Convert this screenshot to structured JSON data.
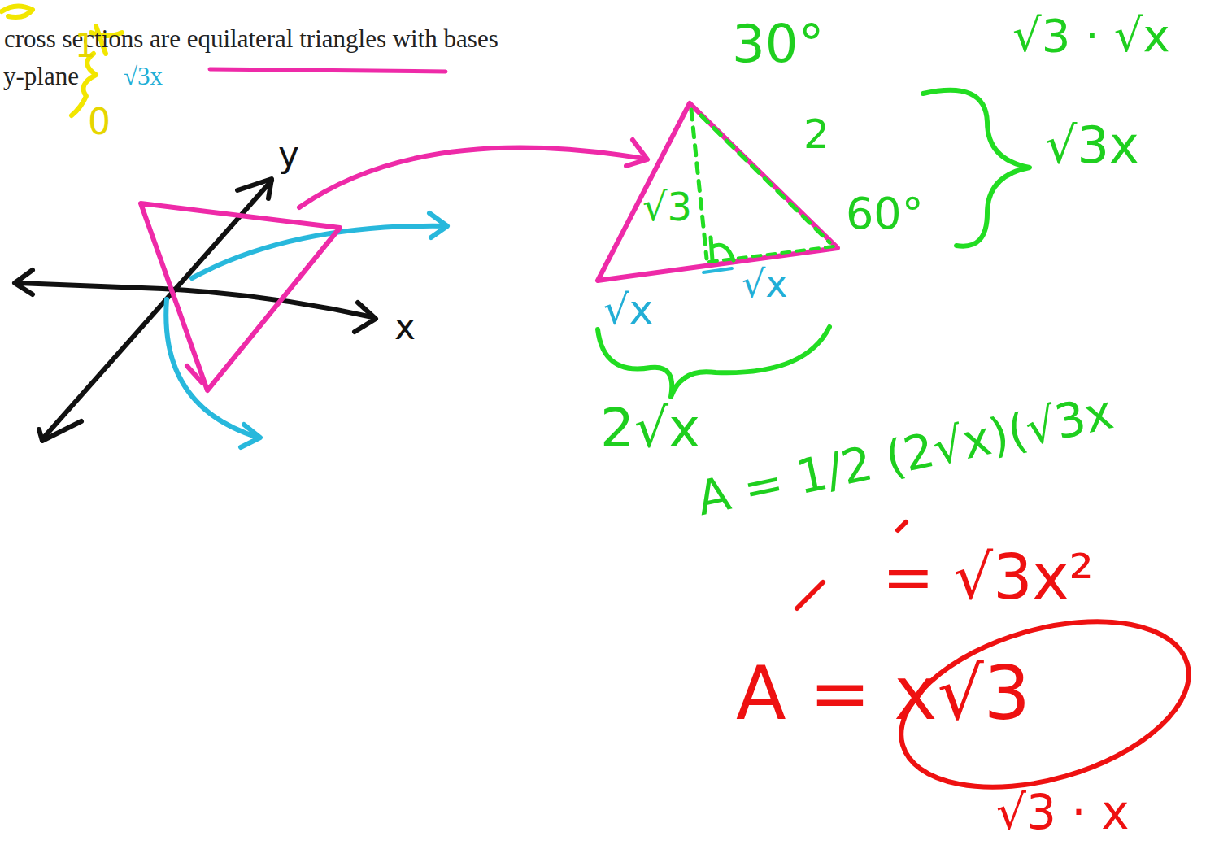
{
  "diagram": {
    "labels": [
      "cross sections are equilateral triangles with bases",
      "y-plane",
      "√3x",
      "1",
      "0",
      "y",
      "x",
      "30°",
      "2",
      "√3",
      "60°",
      "√x",
      "√x",
      "2√x",
      "√3 · √x",
      "√3x",
      "A = 1/2 (2√x)(√3x",
      "= √3x²",
      "A = x√3",
      "√3 · x"
    ]
  }
}
